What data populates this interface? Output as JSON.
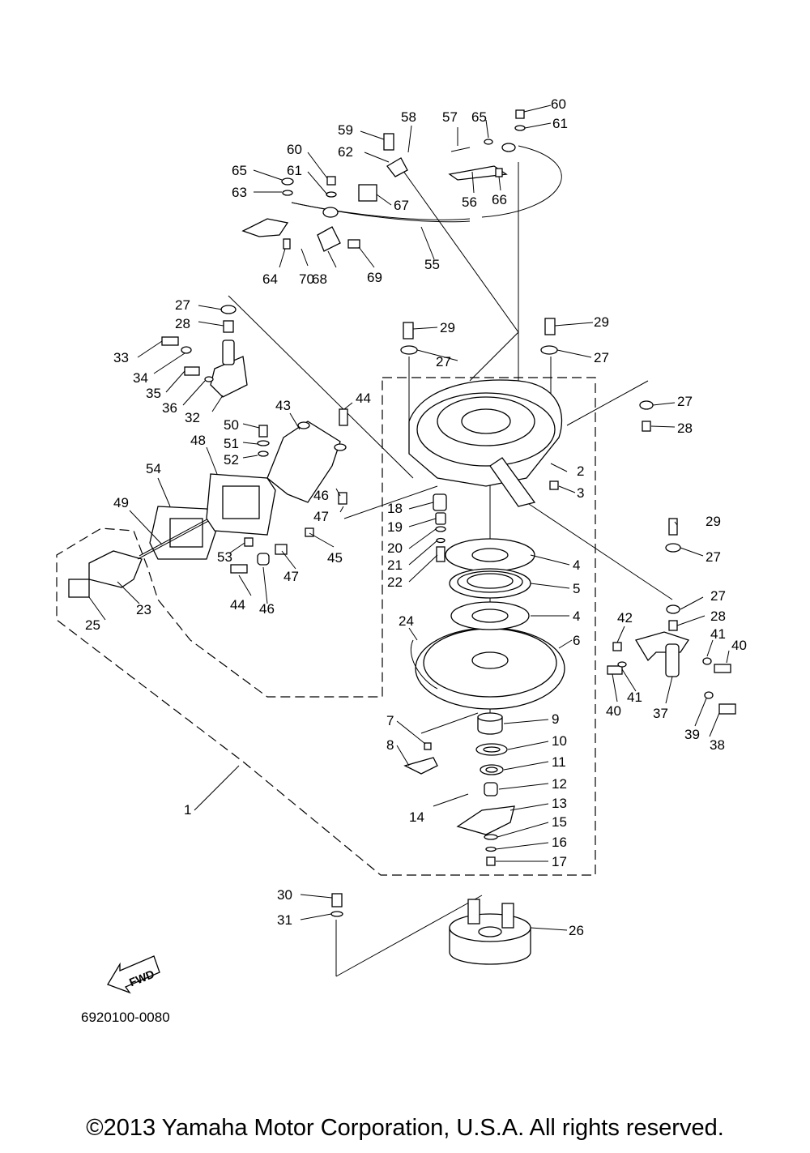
{
  "diagram": {
    "code": "6920100-0080",
    "fwd_label": "FWD",
    "callouts": [
      "1",
      "2",
      "3",
      "4",
      "4",
      "5",
      "6",
      "7",
      "8",
      "9",
      "10",
      "11",
      "12",
      "13",
      "14",
      "15",
      "16",
      "17",
      "18",
      "19",
      "20",
      "21",
      "22",
      "23",
      "24",
      "25",
      "26",
      "27",
      "27",
      "27",
      "27",
      "27",
      "27",
      "28",
      "28",
      "28",
      "29",
      "29",
      "29",
      "30",
      "31",
      "32",
      "33",
      "34",
      "35",
      "36",
      "37",
      "38",
      "39",
      "40",
      "40",
      "41",
      "41",
      "42",
      "43",
      "44",
      "44",
      "45",
      "46",
      "46",
      "47",
      "47",
      "48",
      "49",
      "50",
      "51",
      "52",
      "53",
      "54",
      "55",
      "56",
      "57",
      "58",
      "59",
      "60",
      "60",
      "61",
      "61",
      "62",
      "63",
      "64",
      "65",
      "65",
      "66",
      "67",
      "68",
      "69",
      "70"
    ]
  },
  "footer": {
    "copyright": "©2013 Yamaha Motor Corporation, U.S.A. All rights reserved."
  }
}
